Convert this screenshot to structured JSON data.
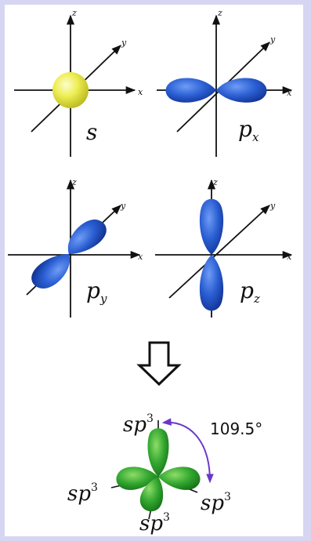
{
  "panels": {
    "s": {
      "label": "s",
      "axes": {
        "x": "x",
        "y": "y",
        "z": "z"
      }
    },
    "px": {
      "label": "p",
      "subscript": "x",
      "axes": {
        "x": "x",
        "y": "y",
        "z": "z"
      }
    },
    "py": {
      "label": "p",
      "subscript": "y",
      "axes": {
        "x": "x",
        "y": "y",
        "z": "z"
      }
    },
    "pz": {
      "label": "p",
      "subscript": "z",
      "axes": {
        "x": "x",
        "y": "y",
        "z": "z"
      }
    }
  },
  "hybrid": {
    "orbital": "sp",
    "superscript": "3",
    "angle": "109.5°"
  },
  "colors": {
    "background": "#d6d6f3",
    "s_orbital": "#e8e83a",
    "p_orbital": "#2a5fd0",
    "hybrid_orbital": "#2fa82f",
    "angle_arc": "#6a38c8"
  },
  "icons": {
    "arrow": "hollow-down-arrow-icon"
  }
}
